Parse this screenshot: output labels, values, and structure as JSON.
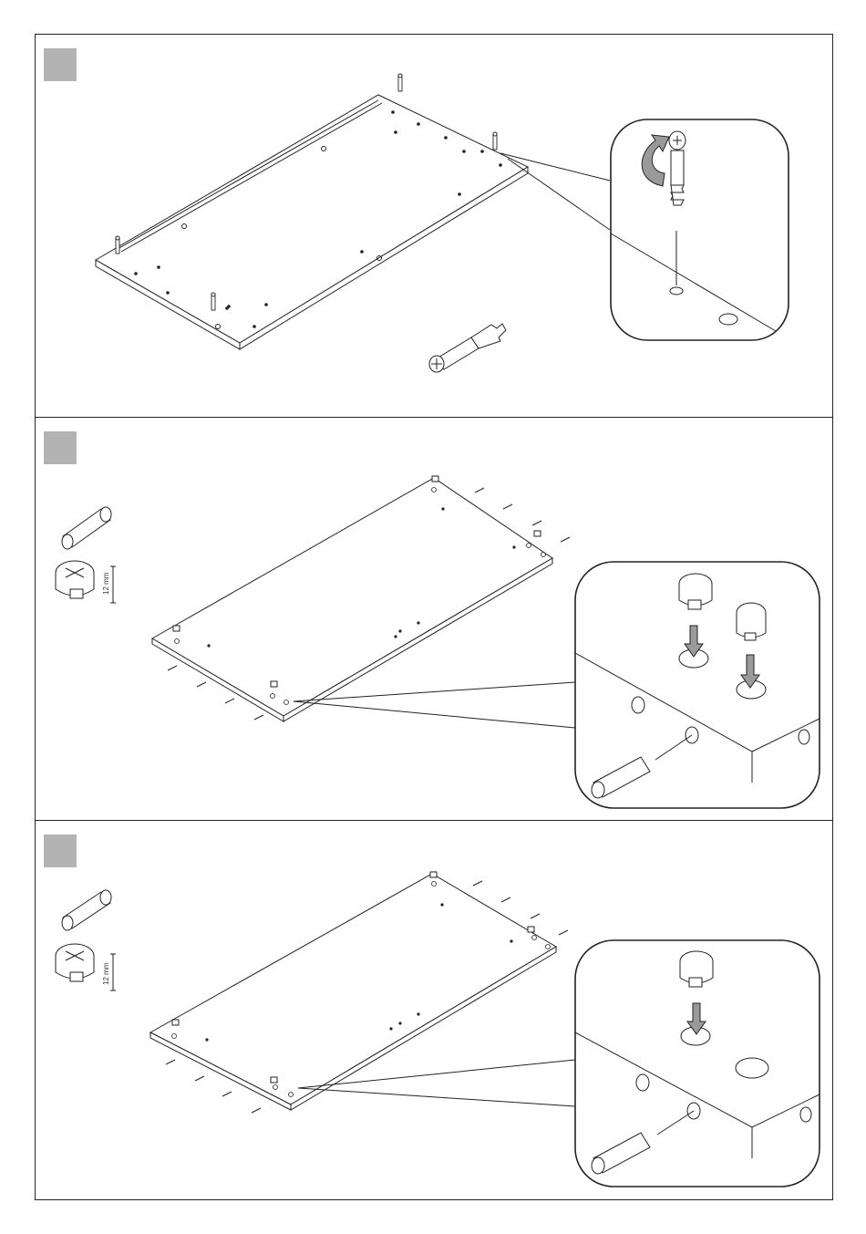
{
  "steps": [
    {
      "id": "step-1",
      "badge_color": "#b3b3b3"
    },
    {
      "id": "step-2",
      "badge_color": "#b3b3b3",
      "dimension_label": "12 mm"
    },
    {
      "id": "step-3",
      "badge_color": "#b3b3b3",
      "dimension_label": "12 mm"
    }
  ],
  "colors": {
    "line": "#222222",
    "arrow_fill": "#9a9a9a",
    "badge": "#b3b3b3"
  },
  "icons": [
    "cam-bolt-icon",
    "cam-lock-icon",
    "wooden-dowel-icon",
    "rotate-arrow-icon",
    "down-arrow-icon"
  ]
}
